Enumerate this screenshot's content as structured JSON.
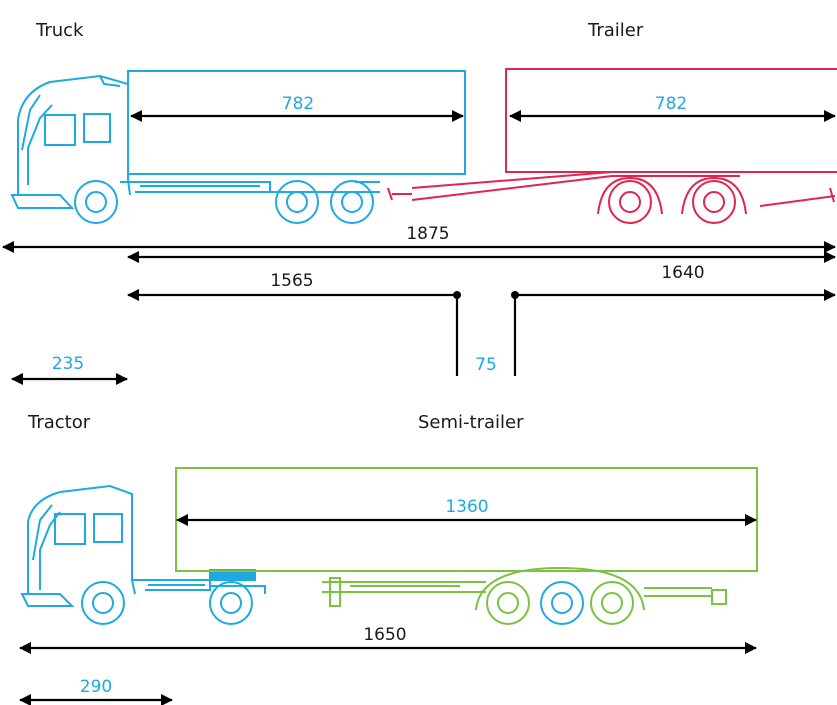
{
  "labels": {
    "truck": "Truck",
    "trailer": "Trailer",
    "tractor": "Tractor",
    "semi_trailer": "Semi-trailer"
  },
  "dimensions": {
    "truck_body": "782",
    "trailer_body": "782",
    "road_train_total": "1875",
    "road_train_1640": "1640",
    "road_train_1565": "1565",
    "truck_cab": "235",
    "gap": "75",
    "semi_body": "1360",
    "articulated_total": "1650",
    "tractor_cab": "290"
  },
  "colors": {
    "truck": "#1ea9e1",
    "trailer": "#e0264f",
    "semi_trailer": "#7cc242",
    "dimension_line": "#000000",
    "text": "#1a1a1a"
  }
}
